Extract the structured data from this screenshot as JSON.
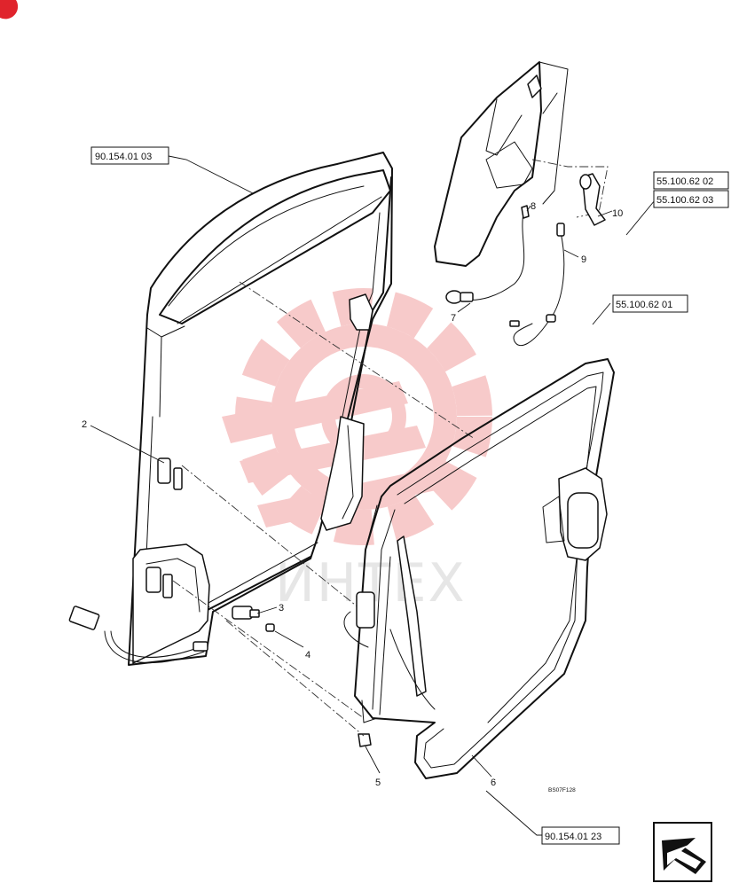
{
  "callouts": {
    "ref_90_154_01_03": "90.154.01 03",
    "ref_55_100_62_02": "55.100.62 02",
    "ref_55_100_62_03": "55.100.62 03",
    "ref_55_100_62_01": "55.100.62 01",
    "ref_90_154_01_23": "90.154.01 23"
  },
  "item_numbers": {
    "n2": "2",
    "n3": "3",
    "n4": "4",
    "n5": "5",
    "n6": "6",
    "n7": "7",
    "n8": "8",
    "n9": "9",
    "n10": "10"
  },
  "drawing_code": "BS07F128",
  "watermark_text": "ИНТЕХ",
  "icons": {
    "corner_badge": "red-circle-icon",
    "navigation": "return-arrow-icon",
    "watermark_logo": "gear-logo-icon"
  },
  "colors": {
    "watermark": "#f2a0a0",
    "badge": "#e0242c",
    "line": "#111111"
  }
}
